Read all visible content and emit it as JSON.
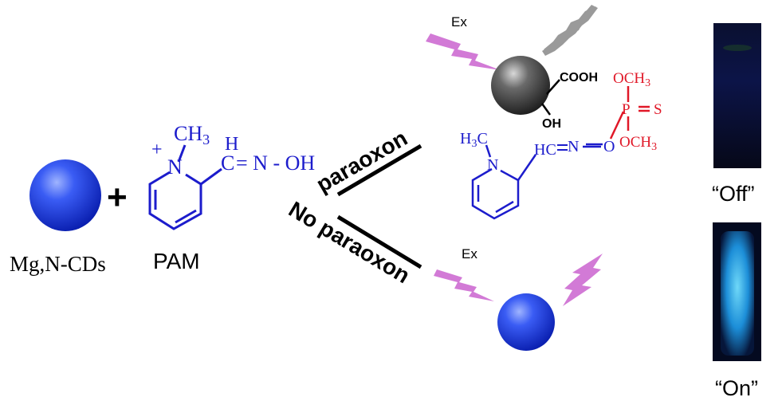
{
  "reactants": {
    "cd_label": "Mg,N-CDs",
    "plus": "+",
    "pam_label": "PAM",
    "pam_atoms": {
      "methyl": "CH",
      "methyl_sub": "3",
      "plus_charge": "+",
      "nitrogen": "N",
      "imine_h": "H",
      "imine_c": "C",
      "oxime_chain": "= N - OH"
    }
  },
  "branches": {
    "top_label": "paraoxon",
    "bottom_label": "No paraoxon"
  },
  "product": {
    "excitation": "Ex",
    "cooh": "COOH",
    "oh": "OH",
    "och3_top": "OCH",
    "och3_top_sub": "3",
    "phosphorus": "P",
    "sulfur": "S",
    "och3_bottom": "OCH",
    "och3_bottom_sub": "3",
    "h3c": "H",
    "h3c_sub": "3",
    "h3c_c": "C",
    "nitrogen": "N",
    "hc": "HC",
    "imine_n": "N",
    "ester_o": "O"
  },
  "free_cd": {
    "excitation": "Ex"
  },
  "photos": {
    "off_label": "“Off”",
    "on_label": "“On”"
  },
  "colors": {
    "chem_blue": "#1c1ccc",
    "chem_red": "#e01828",
    "lightning_pink": "#d27ad6",
    "lightning_gray": "#9a9a9a",
    "cd_blue": "#2448e8",
    "cd_gray": "#5a5a5a"
  }
}
